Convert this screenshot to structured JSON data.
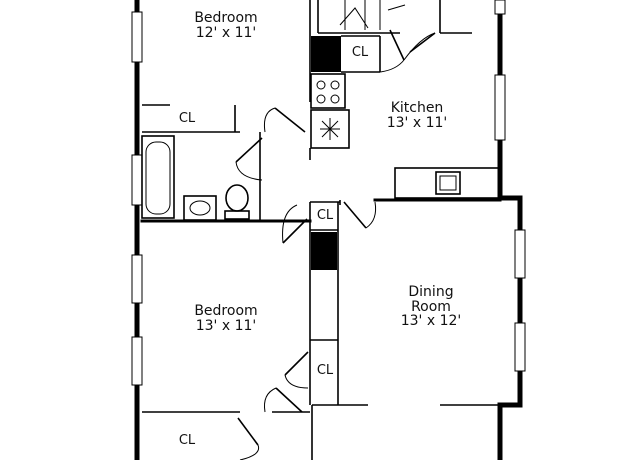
{
  "rooms": [
    {
      "name": "Bedroom",
      "dims": "12' x 11'"
    },
    {
      "name": "Kitchen",
      "dims": "13' x 11'"
    },
    {
      "name": "Bedroom",
      "dims": "13' x 11'"
    },
    {
      "name": "Dining",
      "name2": "Room",
      "dims": "13' x 12'"
    }
  ],
  "closet_label": "CL",
  "icons": [
    "stove-icon",
    "refrigerator-icon",
    "sink-icon",
    "bathtub-icon",
    "toilet-icon",
    "bathroom-sink-icon",
    "stairs-icon",
    "window-icon",
    "door-swing-icon"
  ]
}
